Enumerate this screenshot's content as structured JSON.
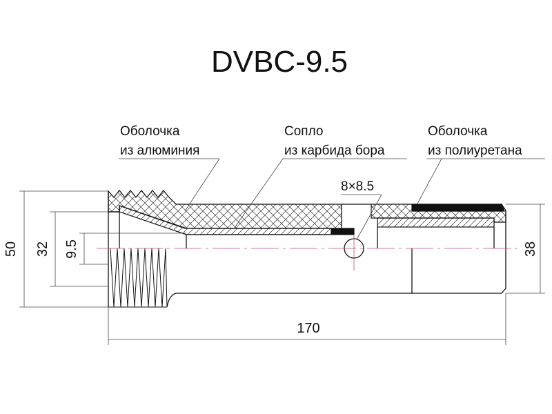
{
  "title": "DVBC-9.5",
  "labels": {
    "aluminum_shell": [
      "Оболочка",
      "из алюминия"
    ],
    "nozzle": [
      "Сопло",
      "из карбида бора"
    ],
    "polyurethane_shell": [
      "Оболочка",
      "из полиуретана"
    ],
    "hole": "8×8.5"
  },
  "dimensions": {
    "outer_diameter": "50",
    "thread_diameter": "32",
    "bore_diameter": "9.5",
    "tail_diameter": "38",
    "length": "170"
  },
  "colors": {
    "line": "#111111",
    "centerline": "#c0506e"
  }
}
